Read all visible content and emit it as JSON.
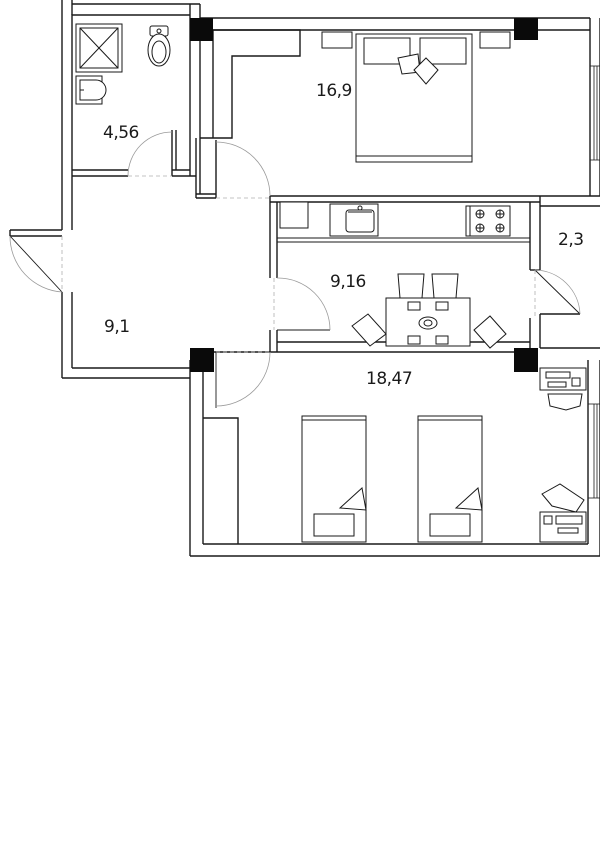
{
  "rooms": [
    {
      "id": "bathroom",
      "area": "4,56"
    },
    {
      "id": "bedroom",
      "area": "16,9"
    },
    {
      "id": "hallway",
      "area": "9,1"
    },
    {
      "id": "kitchen",
      "area": "9,16"
    },
    {
      "id": "closet",
      "area": "2,3"
    },
    {
      "id": "children-room",
      "area": "18,47"
    }
  ]
}
